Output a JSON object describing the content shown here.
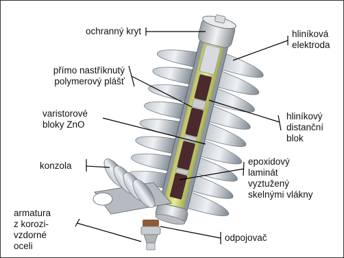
{
  "labels": {
    "cover": "ochranný kryt",
    "coating": "přímo nastříknutý\npolymerový plášť",
    "varistors": "varistorové\nbloky ZnO",
    "bracket": "konzola",
    "fitting": "armatura\nz korozi-\nvzdorné\noceli",
    "electrode": "hliníková\nelektroda",
    "spacer": "hliníkový\ndistanční\nblok",
    "laminate": "epoxidový\nlaminát\nvyztužený\nskelnými vlákny",
    "disconnector": "odpojovač"
  },
  "colors": {
    "frame": "#333333",
    "leader": "#000000",
    "shed": "#9aa3ad",
    "shed_light": "#d7dce1",
    "epoxy": "#cfd47a",
    "zno": "#4a2a2e",
    "metal": "#c9ccd0"
  }
}
